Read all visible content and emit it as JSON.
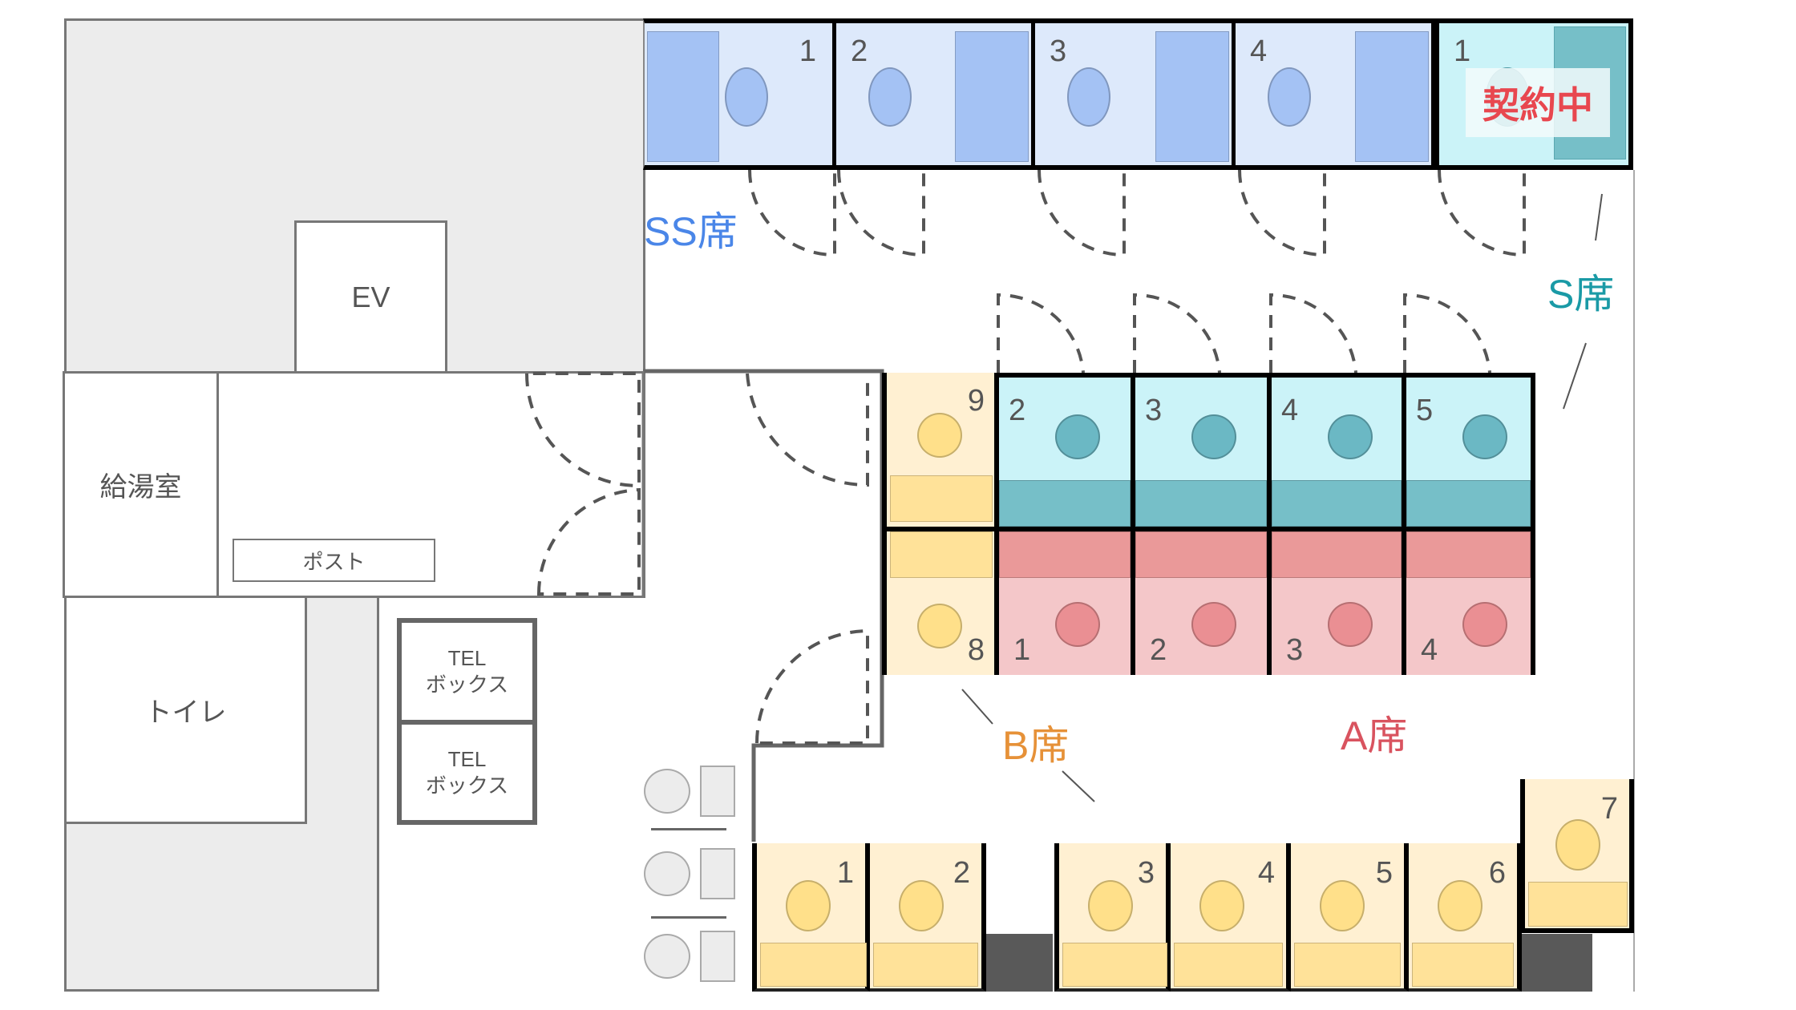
{
  "colors": {
    "ss_bg": "#dde9fb",
    "ss_desk": "#a4c2f4",
    "ss_label": "#4a86e8",
    "s_bg": "#cbf3f8",
    "s_desk": "#76bfc8",
    "s_chair": "#6bb8c4",
    "s_label": "#1a9aa6",
    "a_bg": "#f4c7c9",
    "a_desk": "#ea9999",
    "a_chair": "#ea8f93",
    "a_label": "#d9535f",
    "b_bg": "#fff0d2",
    "b_desk": "#ffe299",
    "b_chair": "#ffe08a",
    "b_label": "#e69138",
    "contract_text": "#e8474f"
  },
  "rooms": {
    "ev": "EV",
    "kitchenette": "給湯室",
    "mailbox": "ポスト",
    "toilet": "トイレ",
    "tel_box_1": [
      "TEL",
      "ボックス"
    ],
    "tel_box_2": [
      "TEL",
      "ボックス"
    ]
  },
  "zones": {
    "ss": "SS席",
    "s": "S席",
    "a": "A席",
    "b": "B席"
  },
  "status_badge": "契約中",
  "seats": {
    "ss": [
      {
        "number": "1"
      },
      {
        "number": "2"
      },
      {
        "number": "3"
      },
      {
        "number": "4"
      }
    ],
    "s": [
      {
        "number": "1",
        "status": "契約中"
      },
      {
        "number": "2"
      },
      {
        "number": "3"
      },
      {
        "number": "4"
      },
      {
        "number": "5"
      }
    ],
    "a": [
      {
        "number": "1"
      },
      {
        "number": "2"
      },
      {
        "number": "3"
      },
      {
        "number": "4"
      }
    ],
    "b": [
      {
        "number": "1"
      },
      {
        "number": "2"
      },
      {
        "number": "3"
      },
      {
        "number": "4"
      },
      {
        "number": "5"
      },
      {
        "number": "6"
      },
      {
        "number": "7"
      },
      {
        "number": "8"
      },
      {
        "number": "9"
      }
    ]
  }
}
